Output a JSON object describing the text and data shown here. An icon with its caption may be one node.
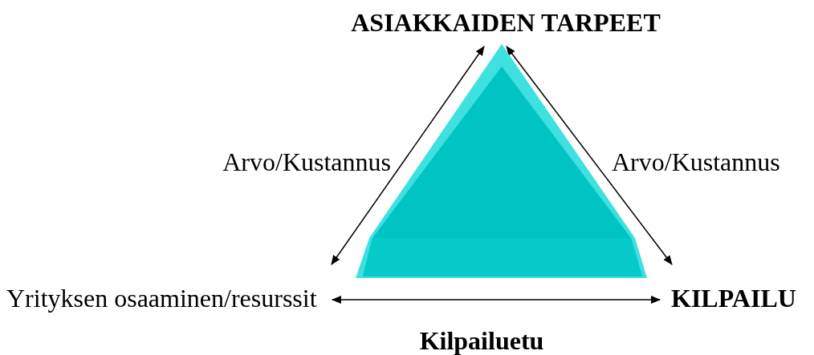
{
  "diagram": {
    "nodes": [
      {
        "text": [
          "ASIAKKAIDEN TARPEET"
        ]
      },
      {
        "text": [
          "Yrityksen osaaminen/resurssit"
        ]
      },
      {
        "text": [
          "KILPAILU"
        ]
      },
      {
        "text": [],
        "shape": "triangle"
      }
    ],
    "edges": [
      {
        "from": 1,
        "to": 0,
        "arrow": "both",
        "label": "Arvo/Kustannus"
      },
      {
        "from": 0,
        "to": 2,
        "arrow": "both",
        "label": "Arvo/Kustannus"
      },
      {
        "from": 1,
        "to": 2,
        "arrow": "both"
      }
    ],
    "labels": [
      "Kilpailuetu"
    ]
  }
}
